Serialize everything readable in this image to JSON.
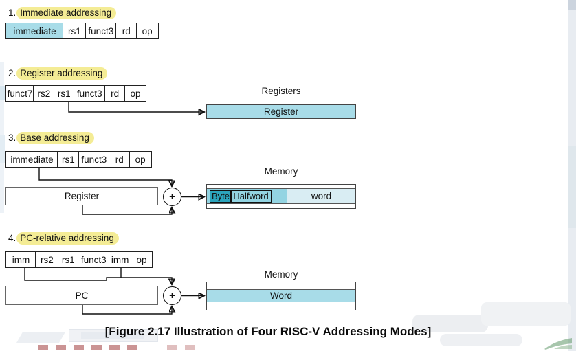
{
  "caption": "[Figure 2.17 Illustration of Four RISC-V Addressing Modes]",
  "colors": {
    "field_cyan": "#a8dce8",
    "memory_segment_cyan": "#93d4e2",
    "byte_teal": "#2ca4bc",
    "word_light_cyan": "#d9edf3",
    "highlight_yellow": "#f3ea8c"
  },
  "sections": [
    {
      "num": "1.",
      "title": "Immediate addressing",
      "fields": [
        {
          "label": "immediate"
        },
        {
          "label": "rs1"
        },
        {
          "label": "funct3"
        },
        {
          "label": "rd"
        },
        {
          "label": "op"
        }
      ]
    },
    {
      "num": "2.",
      "title": "Register addressing",
      "fields": [
        {
          "label": "funct7"
        },
        {
          "label": "rs2"
        },
        {
          "label": "rs1"
        },
        {
          "label": "funct3"
        },
        {
          "label": "rd"
        },
        {
          "label": "op"
        }
      ],
      "target_title": "Registers",
      "target_label": "Register"
    },
    {
      "num": "3.",
      "title": "Base addressing",
      "fields": [
        {
          "label": "immediate"
        },
        {
          "label": "rs1"
        },
        {
          "label": "funct3"
        },
        {
          "label": "rd"
        },
        {
          "label": "op"
        }
      ],
      "source_label": "Register",
      "operator": "+",
      "target_title": "Memory",
      "memory": {
        "byte": "Byte",
        "halfword": "Halfword",
        "word": "word"
      }
    },
    {
      "num": "4.",
      "title": "PC-relative addressing",
      "fields": [
        {
          "label": "imm"
        },
        {
          "label": "rs2"
        },
        {
          "label": "rs1"
        },
        {
          "label": "funct3"
        },
        {
          "label": "imm"
        },
        {
          "label": "op"
        }
      ],
      "source_label": "PC",
      "operator": "+",
      "target_title": "Memory",
      "memory": {
        "word": "Word"
      }
    }
  ]
}
